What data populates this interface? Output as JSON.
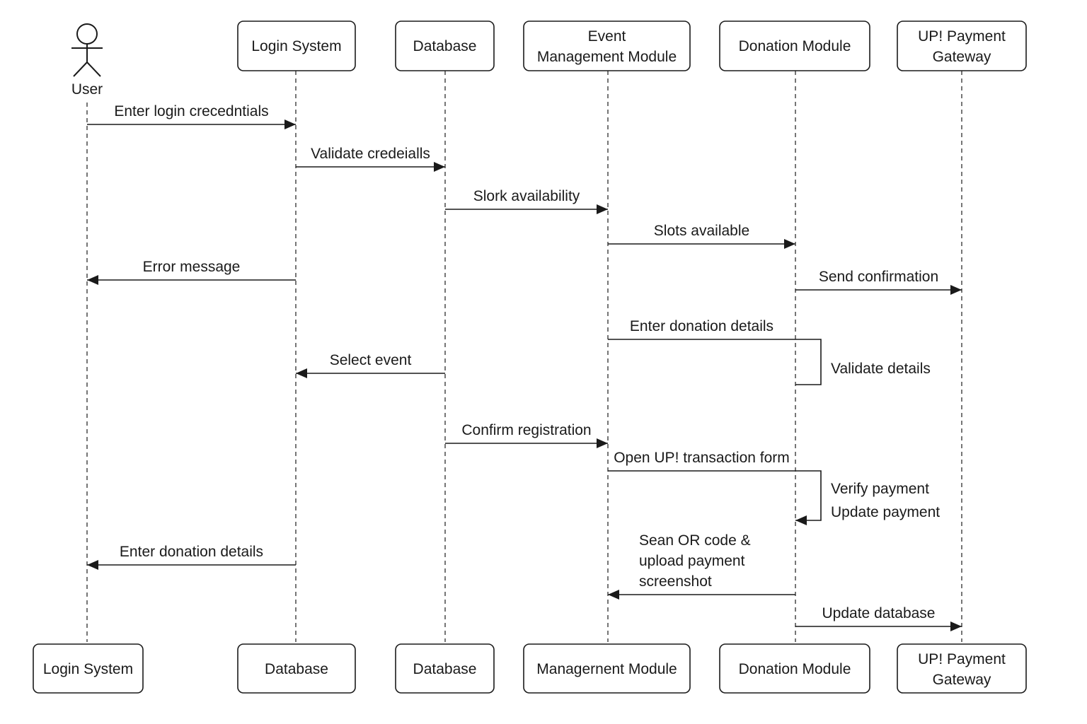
{
  "actor": {
    "label": "User"
  },
  "top_boxes": [
    {
      "lines": [
        "Login System"
      ]
    },
    {
      "lines": [
        "Database"
      ]
    },
    {
      "lines": [
        "Event",
        "Management Module"
      ]
    },
    {
      "lines": [
        "Donation Module"
      ]
    },
    {
      "lines": [
        "UP! Payment",
        "Gateway"
      ]
    }
  ],
  "bottom_boxes": [
    {
      "lines": [
        "Login System"
      ]
    },
    {
      "lines": [
        "Database"
      ]
    },
    {
      "lines": [
        "Database"
      ]
    },
    {
      "lines": [
        "Managernent Module"
      ]
    },
    {
      "lines": [
        "Donation Module"
      ]
    },
    {
      "lines": [
        "UP! Payment",
        "Gateway"
      ]
    }
  ],
  "messages": [
    {
      "from": 0,
      "to": 1,
      "lines": [
        "Enter login crecedntials"
      ]
    },
    {
      "from": 1,
      "to": 2,
      "lines": [
        "Validate credeialls"
      ]
    },
    {
      "from": 2,
      "to": 3,
      "lines": [
        "Slork availability"
      ]
    },
    {
      "from": 3,
      "to": 4,
      "lines": [
        "Slots available"
      ]
    },
    {
      "from": 1,
      "to": 0,
      "lines": [
        "Error message"
      ]
    },
    {
      "from": 4,
      "to": 5,
      "lines": [
        "Send confirmation"
      ]
    },
    {
      "from": 3,
      "to": 4,
      "self": true,
      "lines": [
        "Enter donation details"
      ],
      "side_lines": [
        "Validate details"
      ],
      "return_arrow": false
    },
    {
      "from": 2,
      "to": 1,
      "lines": [
        "Select event"
      ]
    },
    {
      "from": 2,
      "to": 3,
      "lines": [
        "Confirm registration"
      ]
    },
    {
      "from": 3,
      "to": 4,
      "self": true,
      "lines": [
        "Open UP! transaction form"
      ],
      "side_lines": [
        "Verify payment",
        "Update payment"
      ],
      "return_arrow": true
    },
    {
      "from": 1,
      "to": 0,
      "lines": [
        "Enter donation details"
      ]
    },
    {
      "from": 4,
      "to": 3,
      "lines": [
        "Sean OR code &",
        "upload payment",
        "screenshot"
      ]
    },
    {
      "from": 4,
      "to": 5,
      "lines": [
        "Update database"
      ]
    }
  ]
}
